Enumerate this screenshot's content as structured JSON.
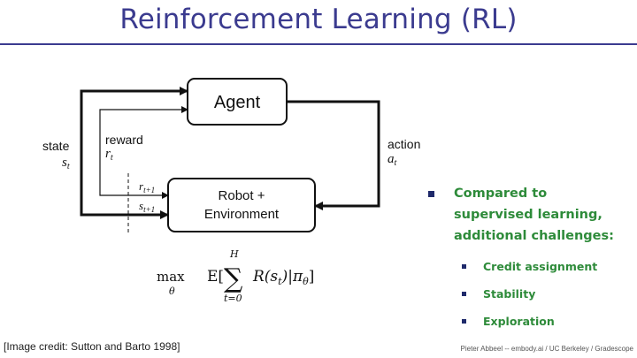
{
  "header": {
    "title": "Reinforcement Learning (RL)"
  },
  "diagram": {
    "agent_label": "Agent",
    "env_label_line1": "Robot +",
    "env_label_line2": "Environment",
    "state_label": "state",
    "state_symbol": "s",
    "state_sub": "t",
    "reward_label": "reward",
    "reward_symbol": "r",
    "reward_sub": "t",
    "action_label": "action",
    "action_symbol": "a",
    "action_sub": "t",
    "next_reward_symbol": "r",
    "next_reward_sub": "t+1",
    "next_state_symbol": "s",
    "next_state_sub": "t+1"
  },
  "formula": {
    "max": "max",
    "max_sub": "θ",
    "expectation": "E[",
    "sum_upper": "H",
    "sum_lower": "t=0",
    "body": "R(s",
    "body_sub": "t",
    "body_tail": ")|π",
    "policy_sub": "θ",
    "close": "]"
  },
  "bullets": {
    "main": [
      "Compared to",
      "supervised learning,",
      "additional challenges:"
    ],
    "sub": [
      "Credit assignment",
      "Stability",
      "Exploration"
    ]
  },
  "credit": "[Image credit: Sutton and Barto 1998]",
  "footer": "Pieter Abbeel -- embody.ai / UC Berkeley / Gradescope",
  "colors": {
    "title": "#3b3b8f",
    "bullet_text": "#2e8b3a",
    "bullet_marker": "#1f2a6b"
  }
}
